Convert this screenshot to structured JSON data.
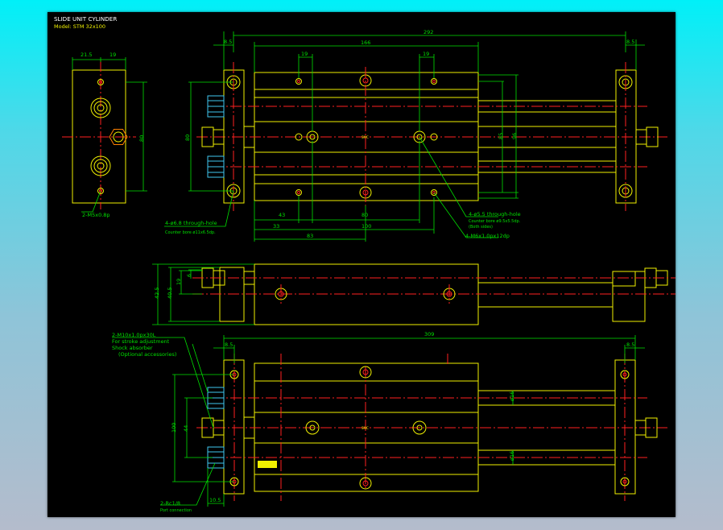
{
  "title": "SLIDE UNIT CYLINDER",
  "model": "Model: STM 32x100",
  "colors": {
    "background": "#000000",
    "body_lines": "#f0f000",
    "dimensions": "#00e000",
    "centerlines": "#ff2020",
    "fittings": "#40c8f0",
    "frame_gradient_top": "#00f0f8"
  },
  "side_view": {
    "dims": {
      "top_left": "21.5",
      "top_right": "19",
      "height": "80"
    },
    "callout": "2-M5x0.8p"
  },
  "top_view": {
    "dims": {
      "overall": "292",
      "left_flange": "8.5",
      "right_flange": "8.5",
      "body": "166",
      "c1": "19",
      "c2": "19",
      "left_height": "80",
      "h1": "85",
      "h2": "96",
      "b43": "43",
      "b80": "80",
      "b33": "33",
      "b100": "100",
      "b83": "83"
    },
    "callout_left_1": "4-ø6.8 through-hole",
    "callout_left_2": "Counter bore ø11x6.5dp.",
    "callout_right_1": "4-ø5.5 through-hole",
    "callout_right_2": "Counter bore ø9.5x5.5dp.",
    "callout_right_3": "(Both sides)",
    "callout_right_4": "4-M6x1.0px12dp",
    "nameplate": "SMC"
  },
  "front_view": {
    "dims": {
      "h1": "42.5",
      "h2": "40.5",
      "h3": "19",
      "h4": "6"
    }
  },
  "bottom_view": {
    "dims": {
      "overall": "309",
      "left_flange": "8.5",
      "right_flange": "8.5",
      "height": "100",
      "inner": "44",
      "rod1": "ø16",
      "rod2": "ø16",
      "bottom": "10.5"
    },
    "callout_1": "2-M10x1.0px30L",
    "callout_2": "For stroke adjustment",
    "callout_3": "Shock absorber",
    "callout_4": "(Optional accessories)",
    "port_callout": "2-Rc1/8",
    "port_note": "Port connection",
    "nameplate": "SMC"
  }
}
